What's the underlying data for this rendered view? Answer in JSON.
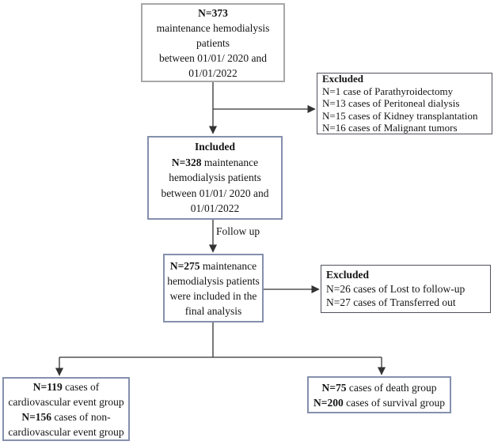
{
  "colors": {
    "box_border_slate": "#8590ad",
    "box_border_gray": "#a8a8a8",
    "box_border_dark": "#50525c",
    "connector_line": "#333333"
  },
  "edge_labels": {
    "follow_up": "Follow up"
  },
  "boxes": {
    "enrollment": {
      "n": "N=373",
      "line2": "maintenance hemodialysis",
      "line3": "patients",
      "line4": "between 01/01/ 2020 and",
      "line5": "01/01/2022"
    },
    "excluded_initial": {
      "header": "Excluded",
      "items": [
        "N=1 case of Parathyroidectomy",
        "N=13 cases of Peritoneal dialysis",
        "N=15 cases of Kidney transplantation",
        "N=16 cases of Malignant tumors"
      ]
    },
    "included": {
      "header": "Included",
      "n": "N=328",
      "line2_rest": " maintenance",
      "line3": "hemodialysis patients",
      "line4": "between 01/01/ 2020 and",
      "line5": "01/01/2022"
    },
    "analysis": {
      "n": "N=275",
      "line1_rest": " maintenance",
      "line2": "hemodialysis patients",
      "line3": "were included in the",
      "line4": "final analysis"
    },
    "excluded_followup": {
      "header": "Excluded",
      "items": [
        "N=26 cases of Lost to follow-up",
        "N=27 cases of Transferred out"
      ]
    },
    "cardiovascular": {
      "n1": "N=119",
      "line1_rest": " cases of",
      "line2": "cardiovascular event group",
      "n2": "N=156",
      "line3_rest": " cases of non-",
      "line4": "cardiovascular event group"
    },
    "outcome": {
      "n1": "N=75",
      "line1_rest": " cases of death group",
      "n2": "N=200",
      "line2_rest": " cases of survival group"
    }
  }
}
